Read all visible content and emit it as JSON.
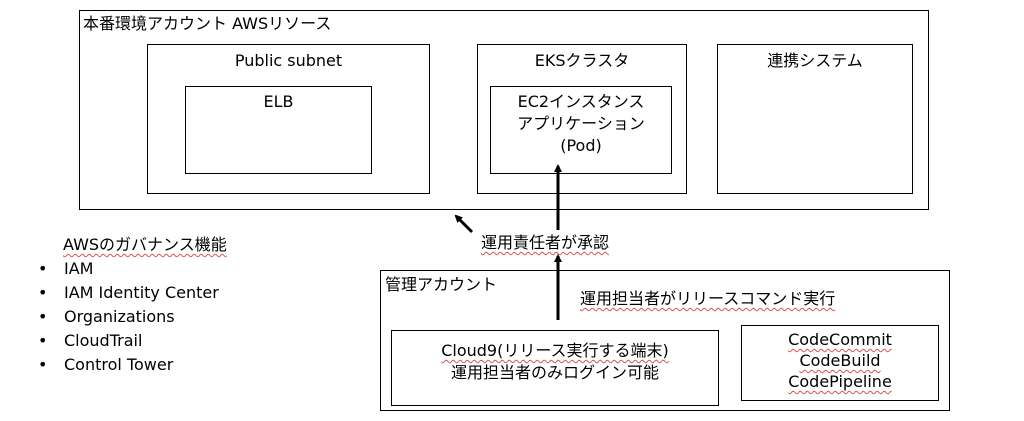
{
  "prod_account": {
    "title": "本番環境アカウント AWSリソース",
    "public_subnet": {
      "label": "Public subnet",
      "elb": "ELB"
    },
    "eks": {
      "label": "EKSクラスタ",
      "app_lines": [
        "EC2インスタンス",
        "アプリケーション",
        "(Pod)"
      ]
    },
    "linked_system": "連携システム"
  },
  "governance": {
    "title": "AWSのガバナンス機能",
    "bullet": "•",
    "items": [
      "IAM",
      "IAM Identity Center",
      "Organizations",
      "CloudTrail",
      "Control Tower"
    ]
  },
  "approval_label": "運用責任者が承認",
  "mgmt_account": {
    "title": "管理アカウント",
    "release_cmd": "運用担当者がリリースコマンド実行",
    "cloud9_lines": [
      "Cloud9(リリース実行する端末)",
      "運用担当者のみログイン可能"
    ],
    "code_tools": [
      "CodeCommit",
      "CodeBuild",
      "CodePipeline"
    ]
  }
}
